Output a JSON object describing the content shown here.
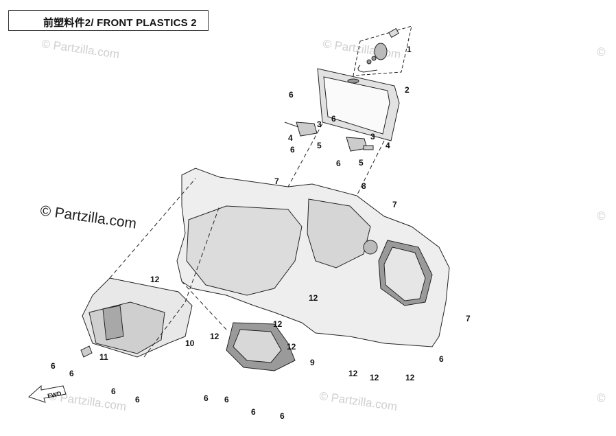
{
  "title": "前塑料件2/ FRONT PLASTICS 2",
  "watermarks": {
    "main": "© Partzilla.com",
    "faint": [
      "© Partzilla.com",
      "© Partzilla.com",
      "© Partzilla.com",
      "© Partzilla.com",
      "©",
      "©",
      "©"
    ]
  },
  "fwd_label": "FWD",
  "callouts": {
    "c1": "1",
    "c2": "2",
    "c3a": "3",
    "c3b": "3",
    "c4a": "4",
    "c4b": "4",
    "c5a": "5",
    "c5b": "5",
    "c6a": "6",
    "c6b": "6",
    "c6c": "6",
    "c6d": "6",
    "c7a": "7",
    "c7b": "7",
    "c7c": "7",
    "c8": "8",
    "c9": "9",
    "c10": "10",
    "c11": "11",
    "c12a": "12",
    "c12b": "12",
    "c12c": "12",
    "c12d": "12",
    "c12e": "12",
    "c12f": "12",
    "c12g": "12",
    "c12h": "12",
    "c6e": "6",
    "c6f": "6",
    "c6g": "6",
    "c6h": "6",
    "c6i": "6",
    "c6j": "6",
    "c6k": "6",
    "c6l": "6",
    "c6m": "6"
  },
  "colors": {
    "line": "#222222",
    "fill": "#e6e6e6",
    "shade": "#9a9a9a",
    "watermark": "#cfcfcf"
  }
}
